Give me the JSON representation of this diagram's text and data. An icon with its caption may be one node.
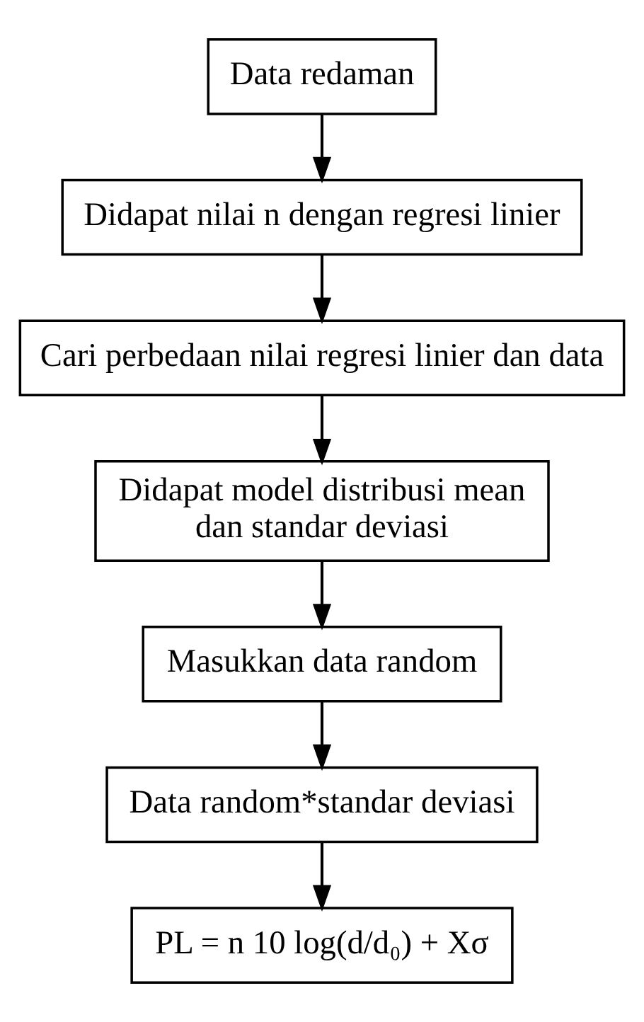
{
  "diagram": {
    "nodes": [
      {
        "text": [
          "Data redaman"
        ]
      },
      {
        "text": [
          "Didapat nilai n dengan regresi linier"
        ]
      },
      {
        "text": [
          "Cari perbedaan nilai regresi linier dan data"
        ]
      },
      {
        "text": [
          "Didapat model distribusi mean dan standar deviasi"
        ]
      },
      {
        "text": [
          "Masukkan data random"
        ]
      },
      {
        "text": [
          "Data random*standar deviasi"
        ]
      },
      {
        "text": [
          "PL = n 10 log(d/d₀) + Xσ"
        ]
      }
    ],
    "edges": [
      {
        "from": 0,
        "to": 1,
        "arrow": "to"
      },
      {
        "from": 1,
        "to": 2,
        "arrow": "to"
      },
      {
        "from": 2,
        "to": 3,
        "arrow": "to"
      },
      {
        "from": 3,
        "to": 4,
        "arrow": "to"
      },
      {
        "from": 4,
        "to": 5,
        "arrow": "to"
      },
      {
        "from": 5,
        "to": 6,
        "arrow": "to"
      }
    ]
  }
}
